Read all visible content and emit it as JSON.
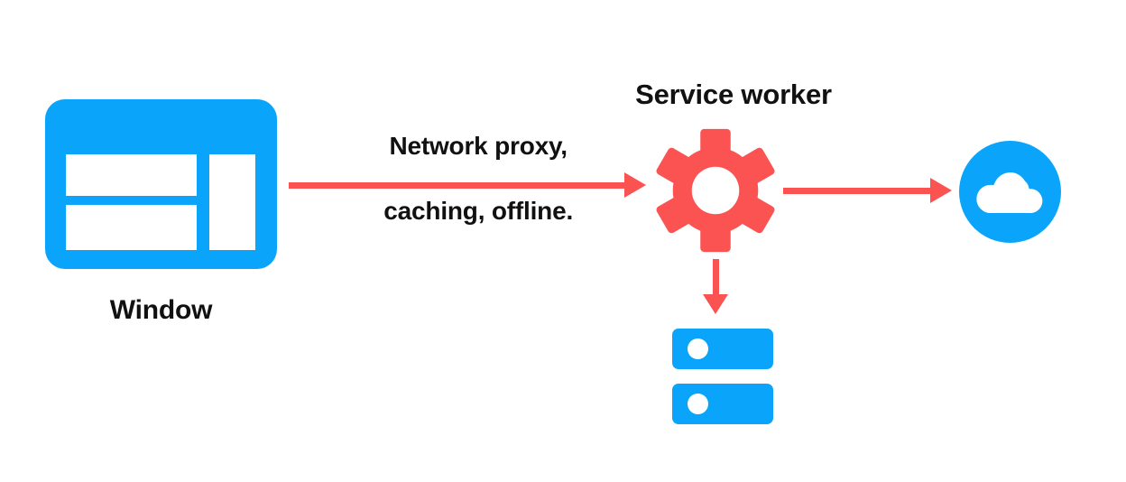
{
  "diagram": {
    "title": "Service worker architecture diagram",
    "background_color": "#ffffff",
    "colors": {
      "blue": "#0aa5fb",
      "red": "#fb5252",
      "text": "#111111",
      "icon_fill_white": "#ffffff"
    },
    "nodes": [
      {
        "id": "window",
        "label": "Window",
        "icon": "browser-window-icon",
        "icon_color": "#0aa5fb"
      },
      {
        "id": "service-worker",
        "label": "Service worker",
        "icon": "gear-icon",
        "icon_color": "#fb5252"
      },
      {
        "id": "cloud",
        "label": "",
        "icon": "cloud-icon",
        "icon_color": "#0aa5fb"
      },
      {
        "id": "cache-storage",
        "label": "",
        "icon": "server-storage-icon",
        "icon_color": "#0aa5fb"
      }
    ],
    "edges": [
      {
        "id": "window-to-service-worker",
        "from": "window",
        "to": "service-worker",
        "direction": "right",
        "caption_line1": "Network proxy,",
        "caption_line2": "caching, offline.",
        "color": "#fb5252"
      },
      {
        "id": "service-worker-to-cloud",
        "from": "service-worker",
        "to": "cloud",
        "direction": "right",
        "caption_line1": "",
        "caption_line2": "",
        "color": "#fb5252"
      },
      {
        "id": "service-worker-to-cache",
        "from": "service-worker",
        "to": "cache-storage",
        "direction": "down",
        "caption_line1": "",
        "caption_line2": "",
        "color": "#fb5252"
      }
    ],
    "labels": {
      "window": "Window",
      "service_worker": "Service worker",
      "caption_line1": "Network proxy,",
      "caption_line2": "caching, offline."
    }
  }
}
